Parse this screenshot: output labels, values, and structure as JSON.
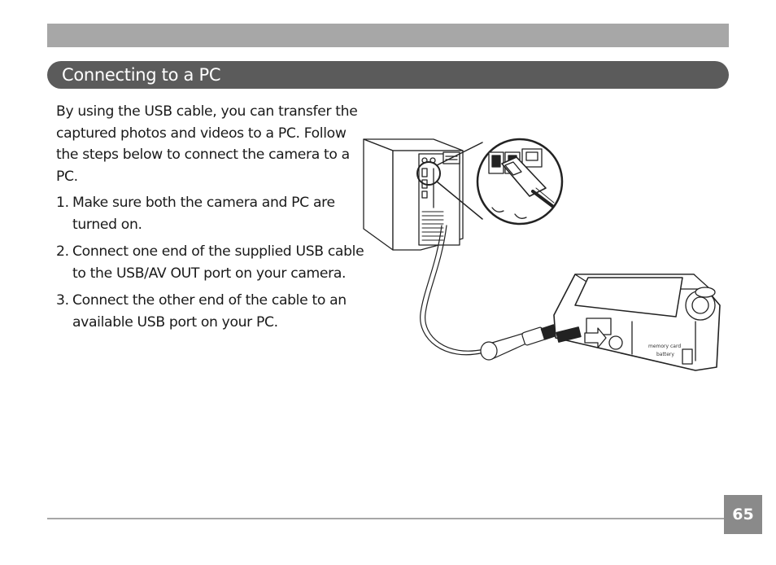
{
  "section": {
    "title": "Connecting to a PC"
  },
  "intro": "By using the USB cable, you can transfer the captured photos and videos to a PC. Follow the steps below to connect the camera to a PC.",
  "steps": [
    {
      "number": "1.",
      "text": "Make sure both the camera and PC are turned on."
    },
    {
      "number": "2.",
      "text": "Connect one end of the supplied USB cable to the USB/AV OUT port on your camera."
    },
    {
      "number": "3.",
      "text": "Connect the other end of the cable to an available USB port on your PC."
    }
  ],
  "illustration": {
    "camera_label_memory": "memory card",
    "camera_label_battery": "battery"
  },
  "footer": {
    "page_number": "65"
  }
}
